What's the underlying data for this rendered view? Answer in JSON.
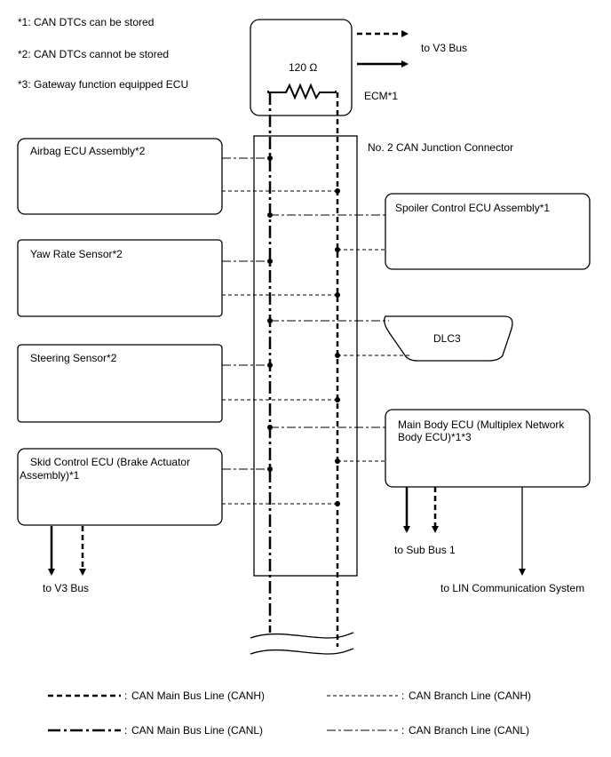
{
  "notes": [
    "*1: CAN DTCs can be stored",
    "*2: CAN DTCs cannot be stored",
    "*3: Gateway function equipped ECU"
  ],
  "ecm": {
    "resistor": "120 Ω",
    "label": "ECM*1",
    "to_v3_bus": "to V3 Bus"
  },
  "junction_connector": "No. 2 CAN Junction Connector",
  "ecus_left": [
    {
      "lines": [
        "Airbag ECU Assembly*2"
      ]
    },
    {
      "lines": [
        "Yaw Rate Sensor*2"
      ]
    },
    {
      "lines": [
        "Steering Sensor*2"
      ]
    },
    {
      "lines": [
        "Skid Control ECU (Brake Actuator",
        "Assembly)*1"
      ]
    }
  ],
  "ecus_right": [
    {
      "lines": [
        "Spoiler Control ECU Assembly*1"
      ]
    },
    {
      "lines": [
        "DLC3"
      ]
    },
    {
      "lines": [
        "Main Body ECU (Multiplex Network",
        "Body ECU)*1*3"
      ]
    }
  ],
  "outputs": {
    "skid_to_v3": "to V3 Bus",
    "sub_bus": "to Sub Bus 1",
    "lin": "to LIN Communication System"
  },
  "legend": [
    "CAN Main Bus Line (CANH)",
    "CAN Branch Line (CANH)",
    "CAN Main Bus Line (CANL)",
    "CAN Branch Line (CANL)"
  ],
  "legend_prefix": ":"
}
